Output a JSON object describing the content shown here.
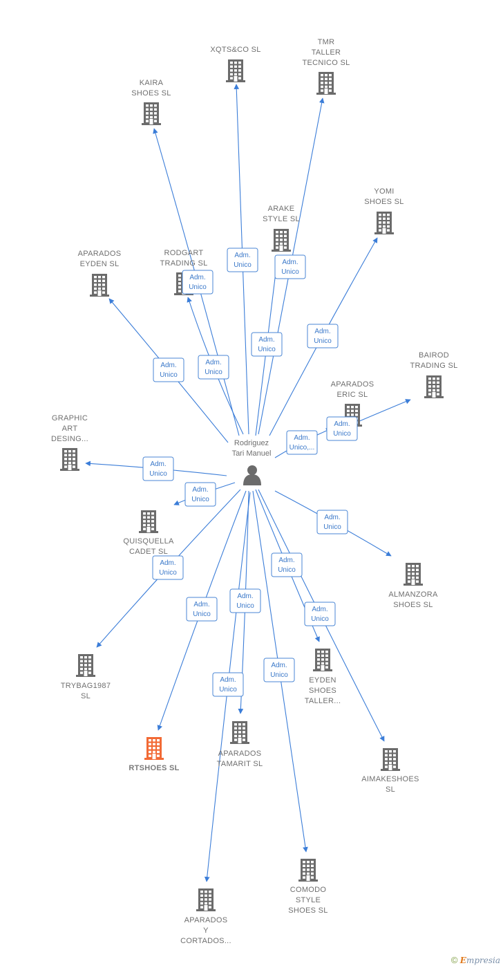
{
  "center": {
    "name_lines": [
      "Rodriguez",
      "Tari Manuel"
    ]
  },
  "colors": {
    "edge": "#3b7dd8",
    "node": "#6b6b6b",
    "highlight": "#f26a35",
    "badge_border": "#4a86d4",
    "badge_text": "#3a78c9"
  },
  "nodes": [
    {
      "id": "xqts",
      "lines": [
        "XQTS&CO  SL"
      ],
      "highlight": false
    },
    {
      "id": "tmr",
      "lines": [
        "TMR",
        "TALLER",
        "TECNICO  SL"
      ],
      "highlight": false
    },
    {
      "id": "kaira",
      "lines": [
        "KAIRA",
        "SHOES  SL"
      ],
      "highlight": false
    },
    {
      "id": "yomi",
      "lines": [
        "YOMI",
        "SHOES  SL"
      ],
      "highlight": false
    },
    {
      "id": "arake",
      "lines": [
        "ARAKE",
        "STYLE  SL"
      ],
      "highlight": false
    },
    {
      "id": "aparados_eyden",
      "lines": [
        "APARADOS",
        "EYDEN  SL"
      ],
      "highlight": false
    },
    {
      "id": "rodgart",
      "lines": [
        "RODGART",
        "TRADING  SL"
      ],
      "highlight": false
    },
    {
      "id": "bairod",
      "lines": [
        "BAIROD",
        "TRADING SL"
      ],
      "highlight": false
    },
    {
      "id": "aparados_eric",
      "lines": [
        "APARADOS",
        "ERIC  SL"
      ],
      "highlight": false
    },
    {
      "id": "graphic",
      "lines": [
        "GRAPHIC",
        "ART",
        "DESING..."
      ],
      "highlight": false
    },
    {
      "id": "quisquella",
      "lines": [
        "QUISQUELLA",
        "CADET  SL"
      ],
      "highlight": false
    },
    {
      "id": "almanzora",
      "lines": [
        "ALMANZORA",
        "SHOES  SL"
      ],
      "highlight": false
    },
    {
      "id": "trybag",
      "lines": [
        "TRYBAG1987",
        "SL"
      ],
      "highlight": false
    },
    {
      "id": "eyden_taller",
      "lines": [
        "EYDEN",
        "SHOES",
        "TALLER..."
      ],
      "highlight": false
    },
    {
      "id": "rtshoes",
      "lines": [
        "RTSHOES  SL"
      ],
      "highlight": true
    },
    {
      "id": "tamarit",
      "lines": [
        "APARADOS",
        "TAMARIT  SL"
      ],
      "highlight": false
    },
    {
      "id": "aimake",
      "lines": [
        "AIMAKESHOES",
        "SL"
      ],
      "highlight": false
    },
    {
      "id": "comodo",
      "lines": [
        "COMODO",
        "STYLE",
        "SHOES  SL"
      ],
      "highlight": false
    },
    {
      "id": "cortados",
      "lines": [
        "APARADOS",
        "Y",
        "CORTADOS..."
      ],
      "highlight": false
    }
  ],
  "edges": [
    {
      "to": "xqts",
      "badge": [
        "Adm.",
        "Unico"
      ]
    },
    {
      "to": "tmr",
      "badge": [
        "Adm.",
        "Unico"
      ]
    },
    {
      "to": "kaira",
      "badge": [
        "Adm.",
        "Unico"
      ]
    },
    {
      "to": "yomi",
      "badge": [
        "Adm.",
        "Unico"
      ]
    },
    {
      "to": "arake",
      "badge": [
        "Adm.",
        "Unico"
      ]
    },
    {
      "to": "aparados_eyden",
      "badge": [
        "Adm.",
        "Unico"
      ]
    },
    {
      "to": "rodgart",
      "badge": [
        "Adm.",
        "Unico"
      ]
    },
    {
      "to": "bairod",
      "badge": [
        "Adm.",
        "Unico"
      ]
    },
    {
      "to": "aparados_eric",
      "badge": [
        "Adm.",
        "Unico,..."
      ]
    },
    {
      "to": "graphic",
      "badge": [
        "Adm.",
        "Unico"
      ]
    },
    {
      "to": "quisquella",
      "badge": [
        "Adm.",
        "Unico"
      ]
    },
    {
      "to": "almanzora",
      "badge": [
        "Adm.",
        "Unico"
      ]
    },
    {
      "to": "trybag",
      "badge": [
        "Adm.",
        "Unico"
      ]
    },
    {
      "to": "eyden_taller",
      "badge": [
        "Adm.",
        "Unico"
      ]
    },
    {
      "to": "rtshoes",
      "badge": [
        "Adm.",
        "Unico"
      ]
    },
    {
      "to": "tamarit",
      "badge": [
        "Adm.",
        "Unico"
      ]
    },
    {
      "to": "aimake",
      "badge": [
        "Adm.",
        "Unico"
      ]
    },
    {
      "to": "comodo",
      "badge": [
        "Adm.",
        "Unico"
      ]
    },
    {
      "to": "cortados",
      "badge": [
        "Adm.",
        "Unico"
      ]
    }
  ],
  "footer": {
    "copyright": "©",
    "brand_initial": "E",
    "brand_rest": "mpresia"
  }
}
